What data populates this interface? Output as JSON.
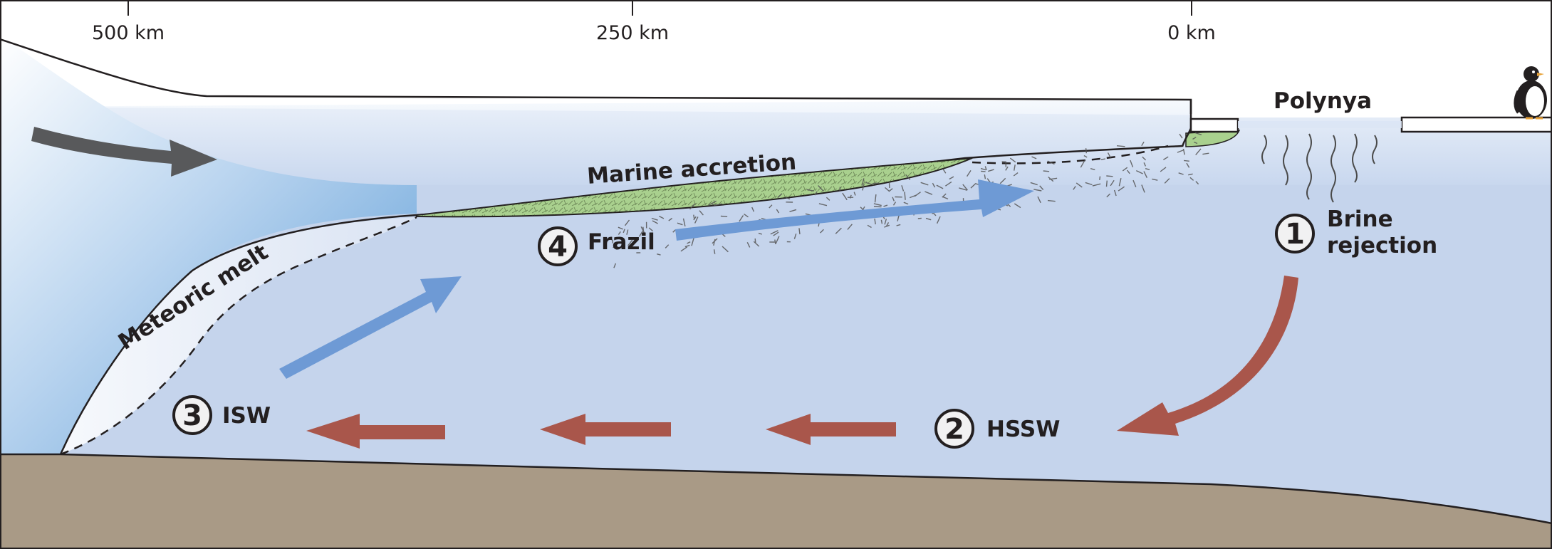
{
  "scale": {
    "km_500": "500 km",
    "km_250": "250 km",
    "km_0": "0 km"
  },
  "labels": {
    "polynya": "Polynya",
    "brine_line1": "Brine",
    "brine_line2": "rejection",
    "hssw": "HSSW",
    "isw": "ISW",
    "frazil": "Frazil",
    "marine_accretion": "Marine accretion",
    "meteoric_melt": "Meteoric melt"
  },
  "markers": {
    "m1": "1",
    "m2": "2",
    "m3": "3",
    "m4": "4"
  },
  "colors": {
    "ocean": "#c5d4ec",
    "seabed": "#a99a86",
    "ice_shelf": "#ffffff",
    "accretion_ice": "#a9d08e",
    "brine_arrow": "#a9564b",
    "isw_arrow": "#6e9ad5",
    "inflow_arrow": "#58595b",
    "outline": "#231f20"
  }
}
